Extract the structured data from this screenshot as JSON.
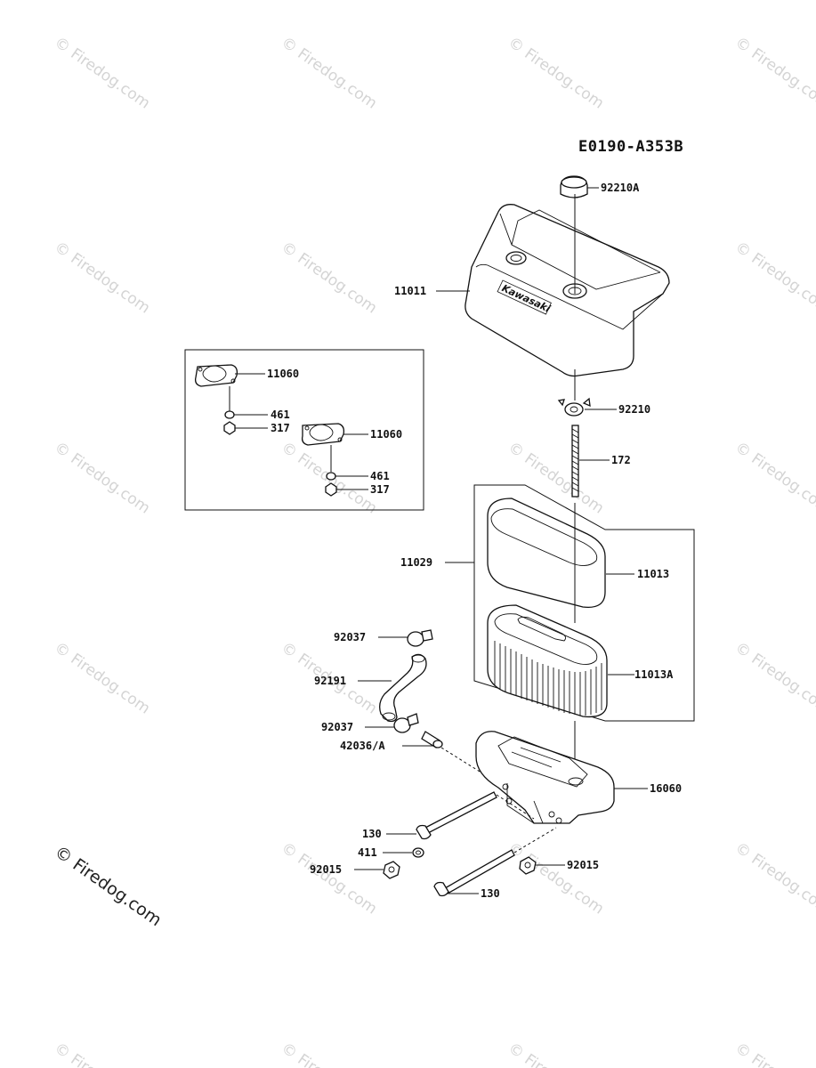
{
  "diagram_code": "E0190-A353B",
  "watermark": "© Firedog.com",
  "inset": {
    "labels": [
      "11060",
      "461",
      "317",
      "11060",
      "461",
      "317"
    ]
  },
  "parts": {
    "p92210A": "92210A",
    "p11011": "11011",
    "p92210": "92210",
    "p172": "172",
    "p11029": "11029",
    "p11013": "11013",
    "p11013A": "11013A",
    "p92037a": "92037",
    "p92191": "92191",
    "p92037b": "92037",
    "p42036A": "42036/A",
    "p16060": "16060",
    "p130a": "130",
    "p411": "411",
    "p92015a": "92015",
    "p92015b": "92015",
    "p130b": "130"
  },
  "brand_on_cover": "Kawasaki"
}
